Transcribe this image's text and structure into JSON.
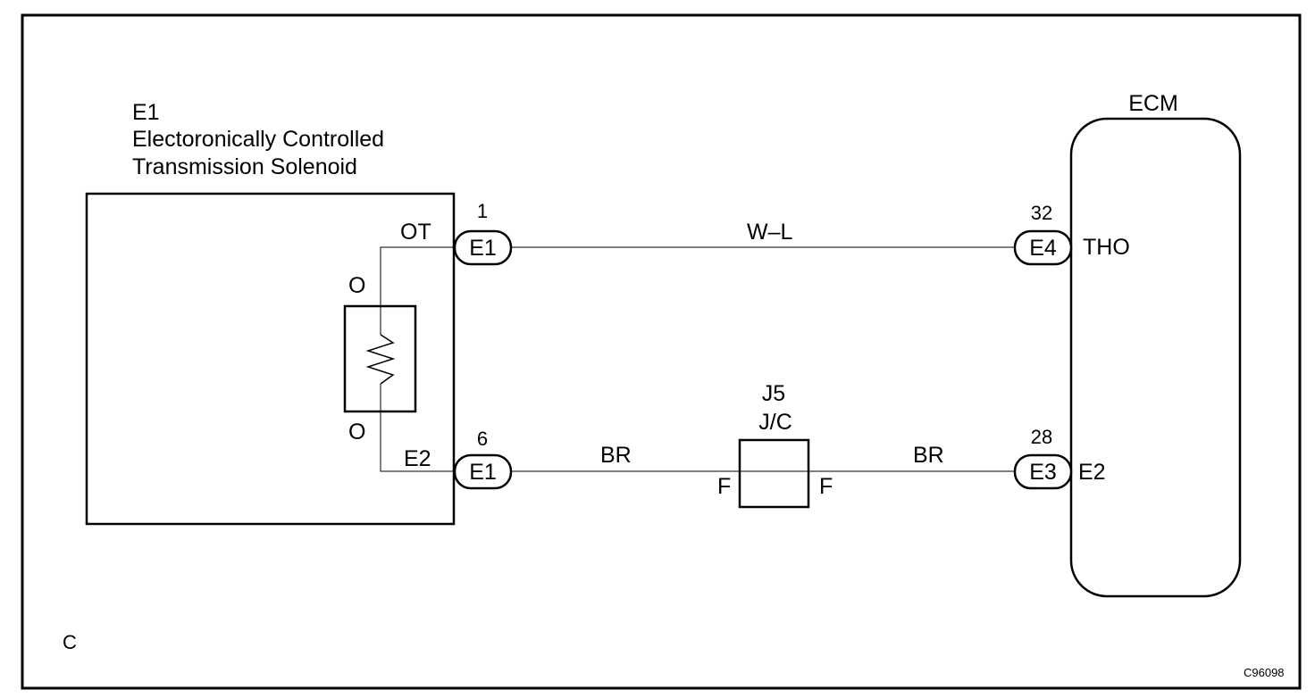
{
  "solenoid": {
    "id": "E1",
    "name_line1": "Electoronically Controlled",
    "name_line2": "Transmission Solenoid",
    "terminal_top": "OT",
    "terminal_bottom": "E2",
    "oil_top": "O",
    "oil_bottom": "O"
  },
  "ecm": {
    "title": "ECM",
    "terminal_top": "THO",
    "terminal_bottom": "E2"
  },
  "connectors": {
    "sol_top": {
      "label": "E1",
      "pin": "1"
    },
    "sol_bottom": {
      "label": "E1",
      "pin": "6"
    },
    "ecm_top": {
      "label": "E4",
      "pin": "32"
    },
    "ecm_bottom": {
      "label": "E3",
      "pin": "28"
    }
  },
  "wires": {
    "top": "W–L",
    "bottom_left": "BR",
    "bottom_right": "BR"
  },
  "junction": {
    "id": "J5",
    "type": "J/C",
    "pin_left": "F",
    "pin_right": "F"
  },
  "corner_label": "C",
  "figure_code": "C96098"
}
